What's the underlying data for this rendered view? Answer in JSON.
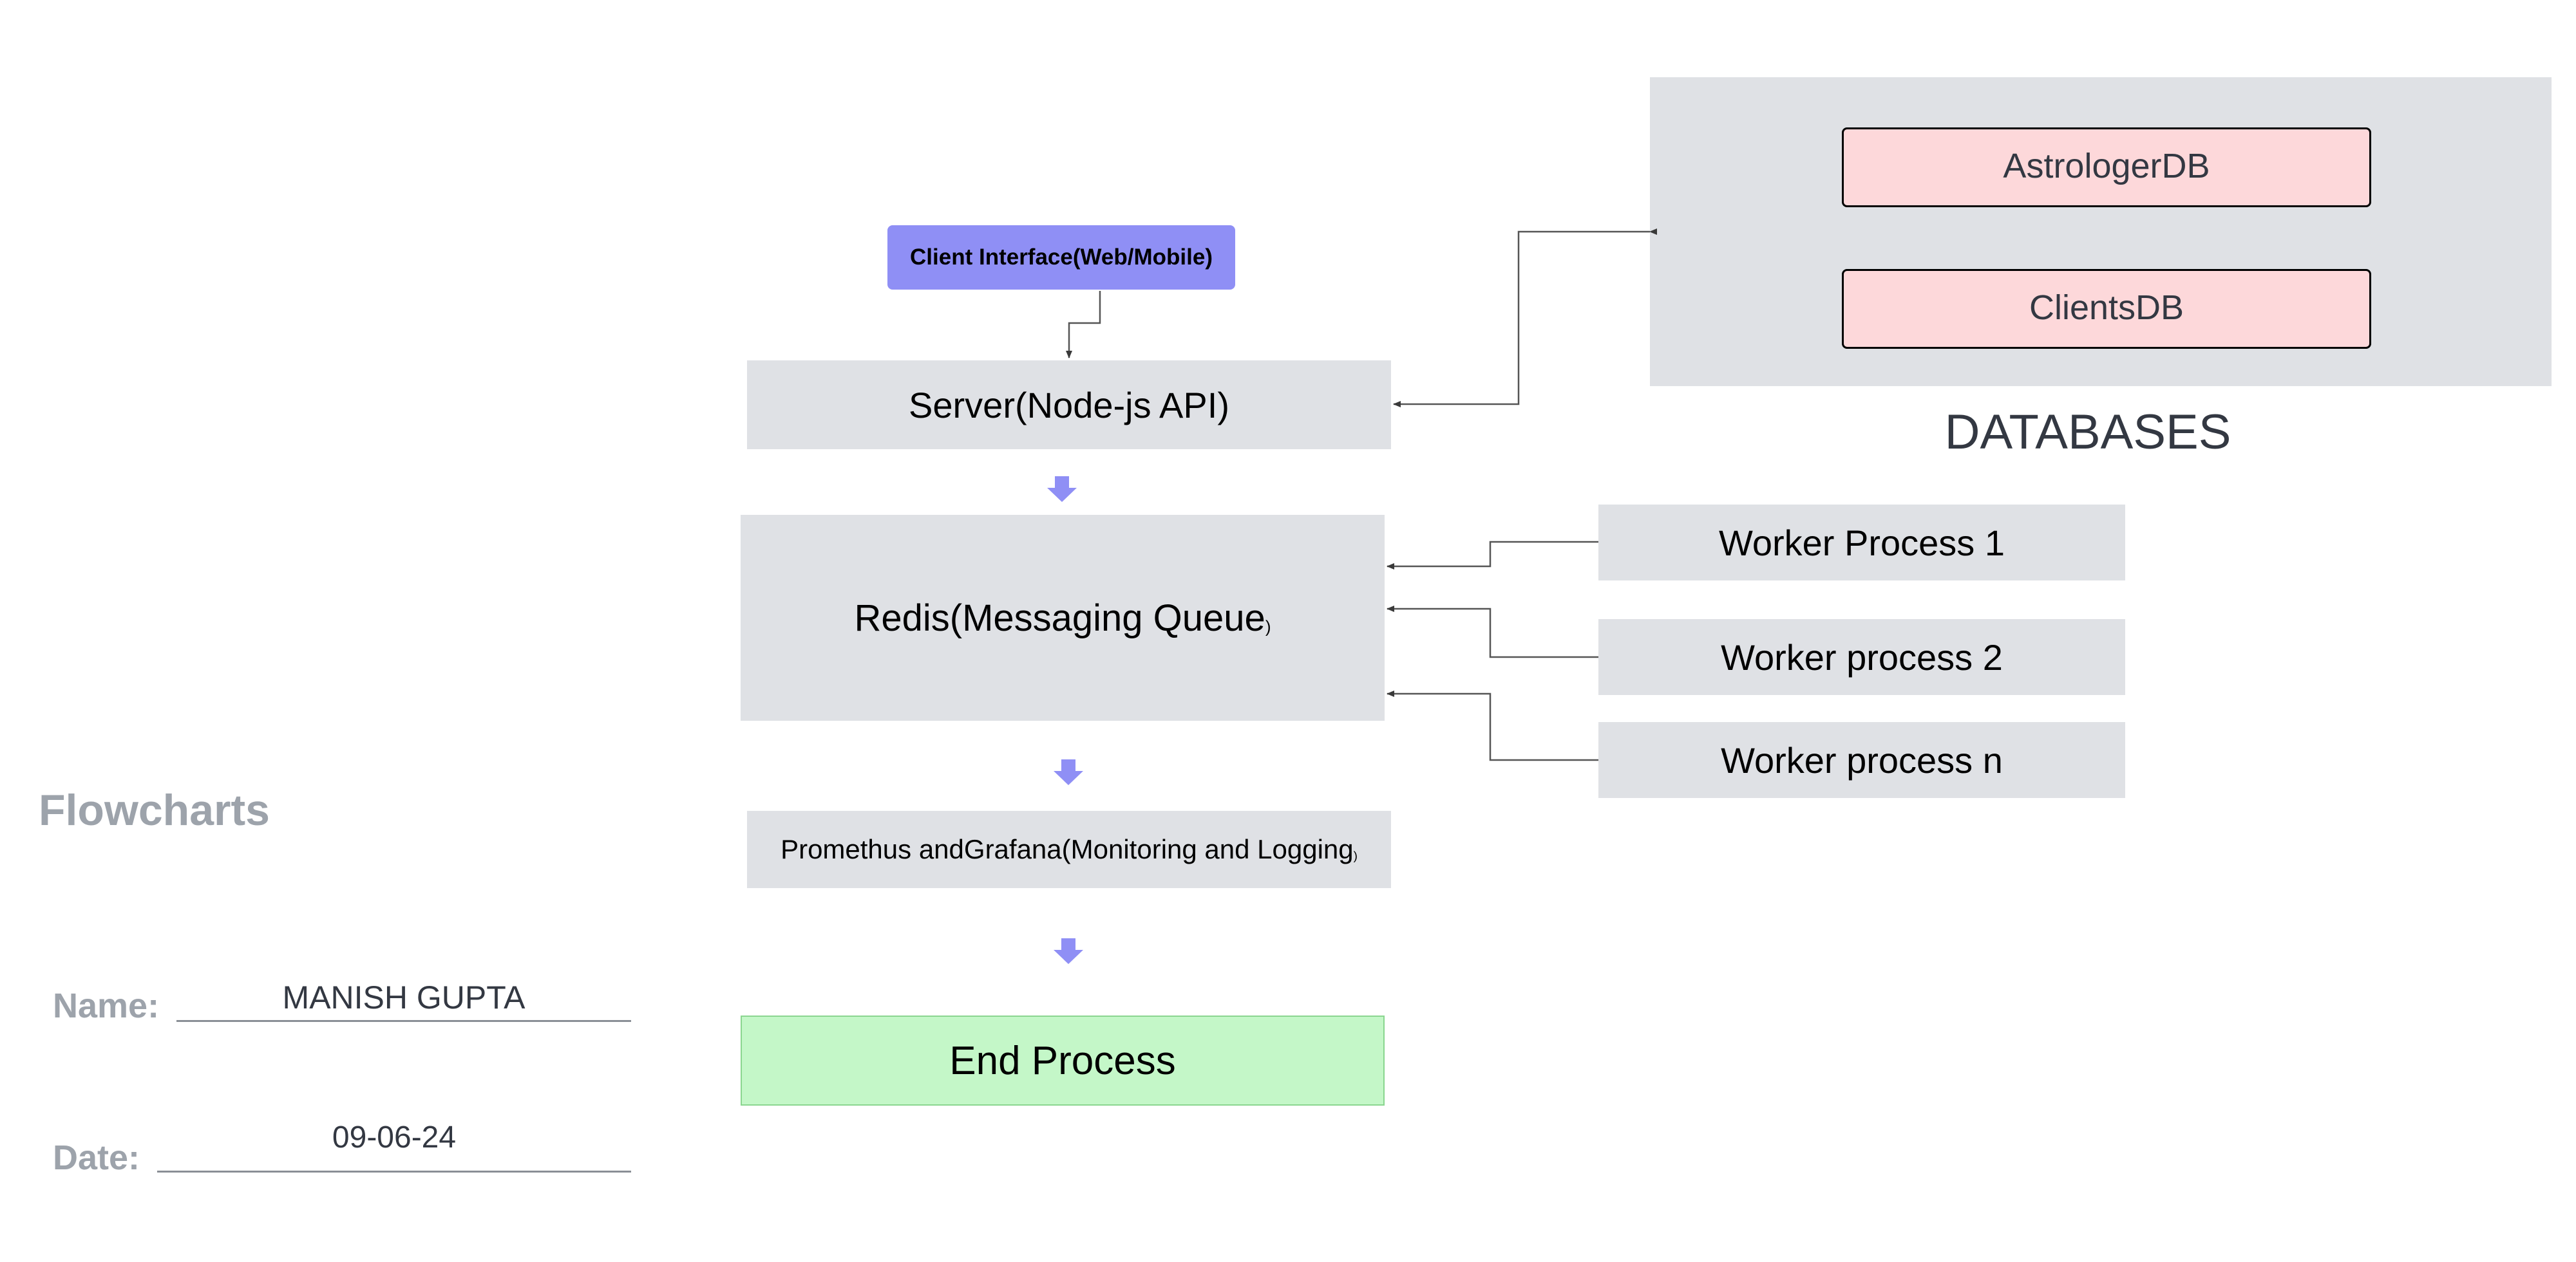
{
  "sidebar": {
    "title": "Flowcharts",
    "name_label": "Name:",
    "name_value": "MANISH GUPTA",
    "date_label": "Date:",
    "date_value": "09-06-24"
  },
  "flow": {
    "client": "Client Interface(Web/Mobile)",
    "server": "Server(Node-js API)",
    "redis": "Redis(Messaging Queue",
    "redis_suffix": ")",
    "monitoring": "Promethus andGrafana(Monitoring and Logging",
    "monitoring_suffix": ")",
    "end": "End Process"
  },
  "workers": [
    "Worker Process 1",
    "Worker process 2",
    "Worker process n"
  ],
  "databases": {
    "title": "DATABASES",
    "items": [
      "AstrologerDB",
      "ClientsDB"
    ]
  },
  "colors": {
    "box_gray": "#dfe1e5",
    "client_purple": "#8f8ff5",
    "db_pink": "#fdd8da",
    "end_green": "#c4f7c8",
    "arrow_purple": "#8f8ff5"
  }
}
